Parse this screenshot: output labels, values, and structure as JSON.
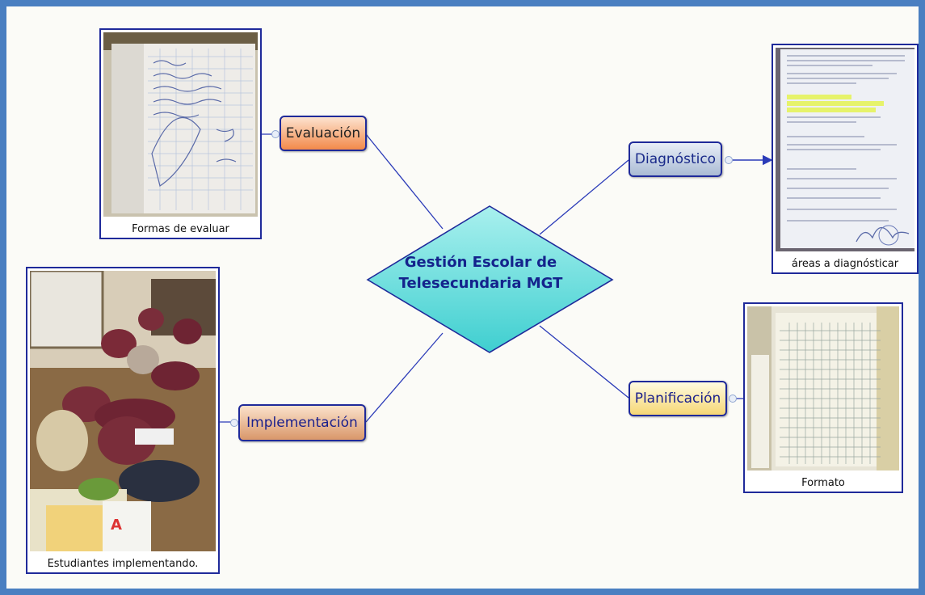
{
  "central": {
    "title_line1": "Gestión Escolar de",
    "title_line2": "Telesecundaria MGT"
  },
  "branches": {
    "evaluacion": {
      "label": "Evaluación",
      "caption": "Formas de evaluar"
    },
    "diagnostico": {
      "label": "Diagnóstico",
      "caption": "áreas a diagnósticar"
    },
    "implementacion": {
      "label": "Implementación",
      "caption": "Estudiantes implementando."
    },
    "planificacion": {
      "label": "Planificación",
      "caption": "Formato"
    }
  },
  "colors": {
    "frame": "#4a7fc1",
    "central_fill": "#66d9d9",
    "node_border": "#1f2a9a",
    "connector": "#2b3bb8",
    "evaluacion": "#f2894a",
    "diagnostico": "#aabbd4",
    "implementacion": "#d9976a",
    "planificacion": "#f6d775"
  },
  "icons": [
    "collapse-toggle-icon",
    "connector-arrow-icon"
  ]
}
